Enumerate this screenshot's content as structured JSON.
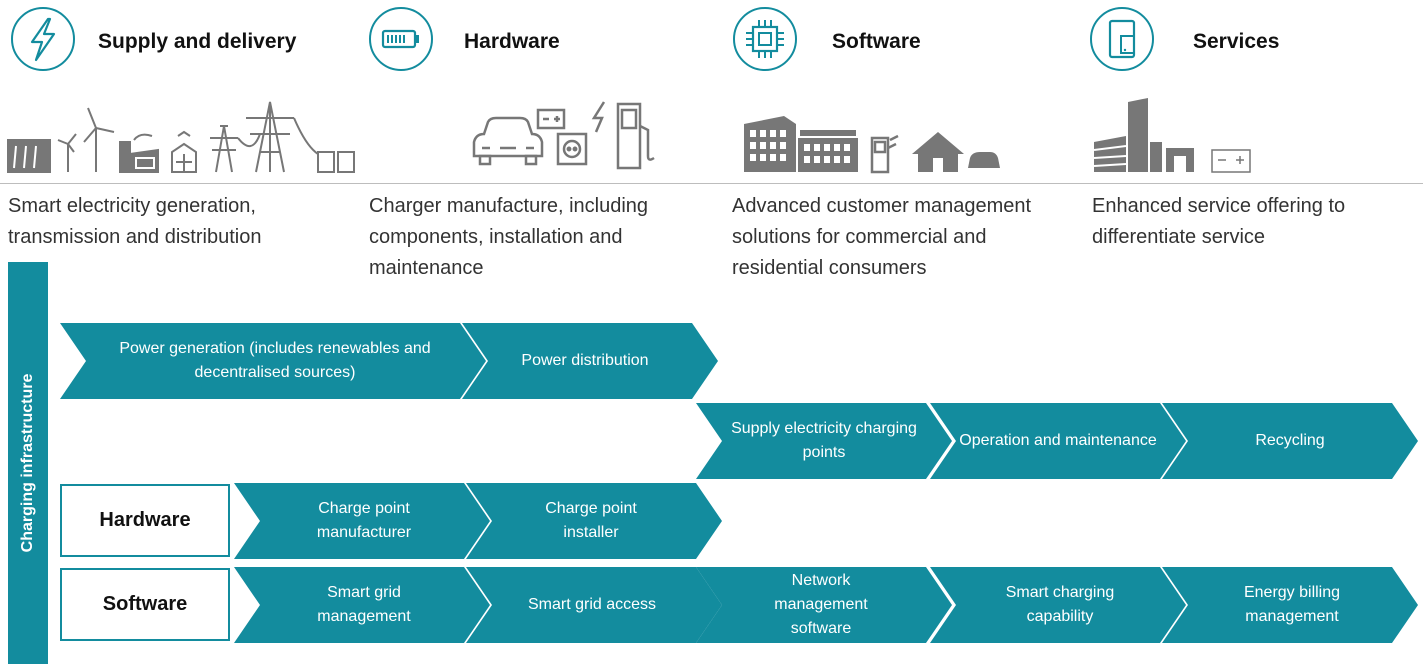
{
  "colors": {
    "accent": "#138c9e",
    "illustration": "#777777",
    "text": "#333333"
  },
  "categories": [
    {
      "label": "Supply and delivery",
      "icon": "lightning-bolt-icon",
      "description": "Smart electricity generation, transmission and distribution"
    },
    {
      "label": "Hardware",
      "icon": "battery-icon",
      "description": "Charger manufacture, including components, installation and maintenance"
    },
    {
      "label": "Software",
      "icon": "chip-icon",
      "description": "Advanced customer management solutions for commercial and residential consumers"
    },
    {
      "label": "Services",
      "icon": "tablet-icon",
      "description": "Enhanced service offering to differentiate service"
    }
  ],
  "side_label": "Charging infrastructure",
  "row_labels": {
    "hardware": "Hardware",
    "software": "Software"
  },
  "rows": {
    "supply": [
      "Power generation (includes renewables and decentralised sources)",
      "Power distribution"
    ],
    "services": [
      "Supply electricity charging points",
      "Operation and maintenance",
      "Recycling"
    ],
    "hardware": [
      "Charge point manufacturer",
      "Charge point installer"
    ],
    "software": [
      "Smart grid management",
      "Smart grid access",
      "Network management software",
      "Smart charging capability",
      "Energy billing management"
    ]
  }
}
